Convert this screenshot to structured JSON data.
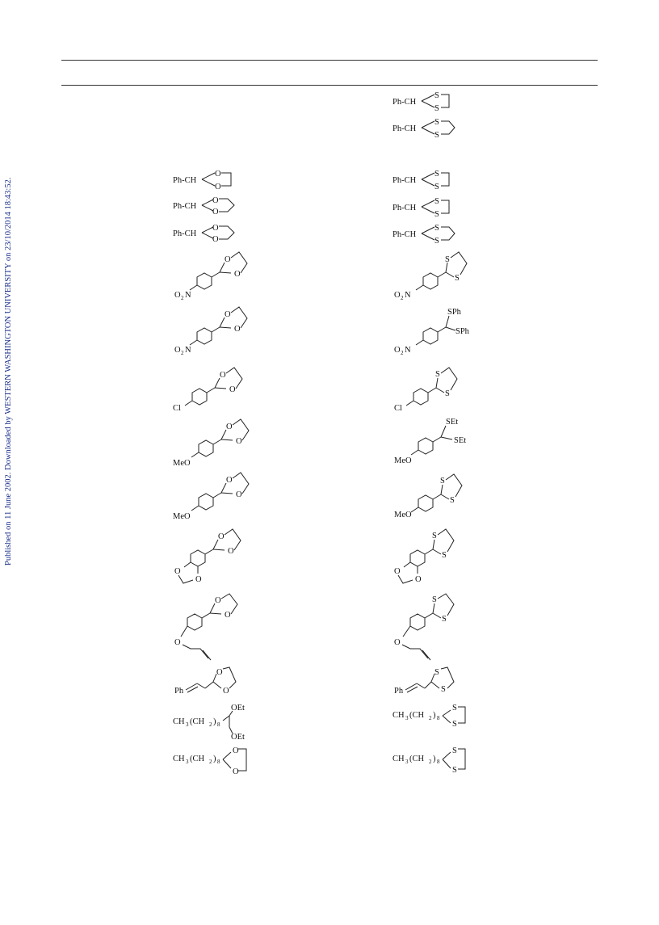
{
  "stamp": "Published on 11 June 2002. Downloaded by WESTERN WASHINGTON UNIVERSITY on 23/10/2014 18:43:52.",
  "labels": {
    "ph_ch": "Ph-CH",
    "ph": "Ph",
    "o": "O",
    "s": "S",
    "o2": "O",
    "sub2": "2",
    "n": "N",
    "cl": "Cl",
    "meo": "MeO",
    "sph": "SPh",
    "set": "SEt",
    "oet": "OEt",
    "ch3": "CH",
    "sub3": "3",
    "ch2open": "(CH",
    "ch2close": ")",
    "sub8": "8"
  },
  "rows": [
    {
      "reactant": "",
      "product": "Ph-CH 1,3-dithiolane"
    },
    {
      "reactant": "",
      "product": "Ph-CH 1,3-dithiane"
    },
    {
      "reactant": "Ph-CH 1,3-dioxolane",
      "product": "Ph-CH 1,3-dithiolane"
    },
    {
      "reactant": "Ph-CH 1,3-dioxane",
      "product": "Ph-CH 1,3-dithiolane"
    },
    {
      "reactant": "Ph-CH 1,3-dioxane",
      "product": "Ph-CH 1,3-dithiane"
    },
    {
      "reactant": "O2N aryl 1,3-dioxolane",
      "product": "O2N aryl 1,3-dithiolane"
    },
    {
      "reactant": "O2N aryl 1,3-dioxolane",
      "product": "O2N aryl bis(SPh)"
    },
    {
      "reactant": "Cl aryl 1,3-dioxolane",
      "product": "Cl aryl 1,3-dithiolane"
    },
    {
      "reactant": "MeO aryl 1,3-dioxolane",
      "product": "MeO aryl bis(SEt)"
    },
    {
      "reactant": "MeO aryl 1,3-dioxolane",
      "product": "MeO aryl 1,3-dithiolane"
    },
    {
      "reactant": "benzodioxole 1,3-dioxolane",
      "product": "benzodioxole 1,3-dithiolane"
    },
    {
      "reactant": "allyloxy aryl 1,3-dioxolane",
      "product": "allyloxy aryl 1,3-dithiolane"
    },
    {
      "reactant": "styryl 1,3-dioxolane",
      "product": "styryl 1,3-dithiolane"
    },
    {
      "reactant": "CH3(CH2)8 diethyl acetal",
      "product": "CH3(CH2)8 1,3-dithiolane"
    },
    {
      "reactant": "CH3(CH2)8 1,3-dioxolane",
      "product": "CH3(CH2)8 1,3-dithiolane"
    }
  ]
}
